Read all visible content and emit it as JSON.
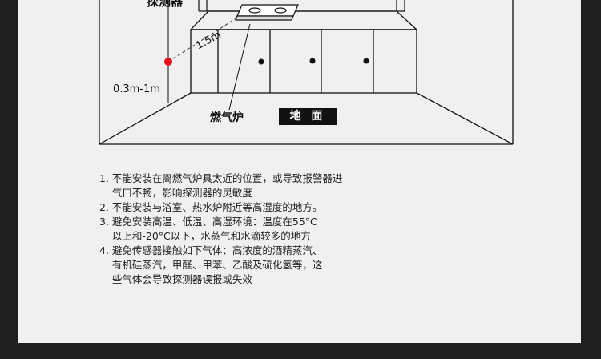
{
  "diagram": {
    "detector_label": "探测器",
    "distance_label": "1.5m",
    "height_label": "0.3m-1m",
    "stove_label": "燃气炉",
    "floor_label": "地 面"
  },
  "notes": [
    "1. 不能安装在离燃气炉具太近的位置，或导致报警器进",
    "    气口不畅，影响探测器的灵敏度",
    "2. 不能安装与浴室、热水炉附近等高湿度的地方。",
    "3. 避免安装高温、低温、高湿环境：温度在55°C",
    "    以上和-20°C以下，水蒸气和水滴较多的地方",
    "4. 避免传感器接触如下气体：高浓度的酒精蒸汽、",
    "    有机硅蒸汽，甲醛、甲苯、乙酸及硫化氢等，这",
    "    些气体会导致探测器误报或失效"
  ],
  "colors": {
    "frame": "#1e1e1e",
    "panel": "#f0f0f0",
    "detector_dot": "#e8111a"
  }
}
